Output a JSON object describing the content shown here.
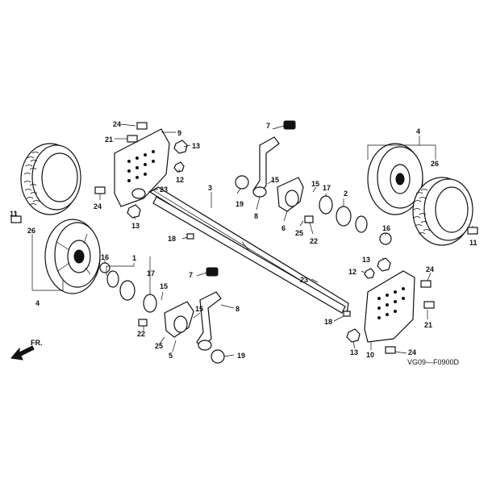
{
  "diagram_code": "VG09—F0900D",
  "direction_label": "FR.",
  "callouts": [
    {
      "id": "c24a",
      "text": "24"
    },
    {
      "id": "c9",
      "text": "9"
    },
    {
      "id": "c21a",
      "text": "21"
    },
    {
      "id": "c13a",
      "text": "13"
    },
    {
      "id": "c12a",
      "text": "12"
    },
    {
      "id": "c23a",
      "text": "23"
    },
    {
      "id": "c24b",
      "text": "24"
    },
    {
      "id": "c13b",
      "text": "13"
    },
    {
      "id": "c11a",
      "text": "11"
    },
    {
      "id": "c26a",
      "text": "26"
    },
    {
      "id": "c4a",
      "text": "4"
    },
    {
      "id": "c18a",
      "text": "18"
    },
    {
      "id": "c3",
      "text": "3"
    },
    {
      "id": "c7a",
      "text": "7"
    },
    {
      "id": "c15a",
      "text": "15"
    },
    {
      "id": "c19a",
      "text": "19"
    },
    {
      "id": "c8a",
      "text": "8"
    },
    {
      "id": "c6",
      "text": "6"
    },
    {
      "id": "c15b",
      "text": "15"
    },
    {
      "id": "c17a",
      "text": "17"
    },
    {
      "id": "c2",
      "text": "2"
    },
    {
      "id": "c25a",
      "text": "25"
    },
    {
      "id": "c22a",
      "text": "22"
    },
    {
      "id": "c16a",
      "text": "16"
    },
    {
      "id": "c4b",
      "text": "4"
    },
    {
      "id": "c26b",
      "text": "26"
    },
    {
      "id": "c11b",
      "text": "11"
    },
    {
      "id": "c1",
      "text": "1"
    },
    {
      "id": "c16b",
      "text": "16"
    },
    {
      "id": "c17b",
      "text": "17"
    },
    {
      "id": "c15c",
      "text": "15"
    },
    {
      "id": "c7b",
      "text": "7"
    },
    {
      "id": "c8b",
      "text": "8"
    },
    {
      "id": "c15d",
      "text": "15"
    },
    {
      "id": "c22b",
      "text": "22"
    },
    {
      "id": "c25b",
      "text": "25"
    },
    {
      "id": "c5",
      "text": "5"
    },
    {
      "id": "c19b",
      "text": "19"
    },
    {
      "id": "c13c",
      "text": "13"
    },
    {
      "id": "c12b",
      "text": "12"
    },
    {
      "id": "c24c",
      "text": "24"
    },
    {
      "id": "c23b",
      "text": "23"
    },
    {
      "id": "c21b",
      "text": "21"
    },
    {
      "id": "c18b",
      "text": "18"
    },
    {
      "id": "c13d",
      "text": "13"
    },
    {
      "id": "c10",
      "text": "10"
    },
    {
      "id": "c24d",
      "text": "24"
    }
  ]
}
